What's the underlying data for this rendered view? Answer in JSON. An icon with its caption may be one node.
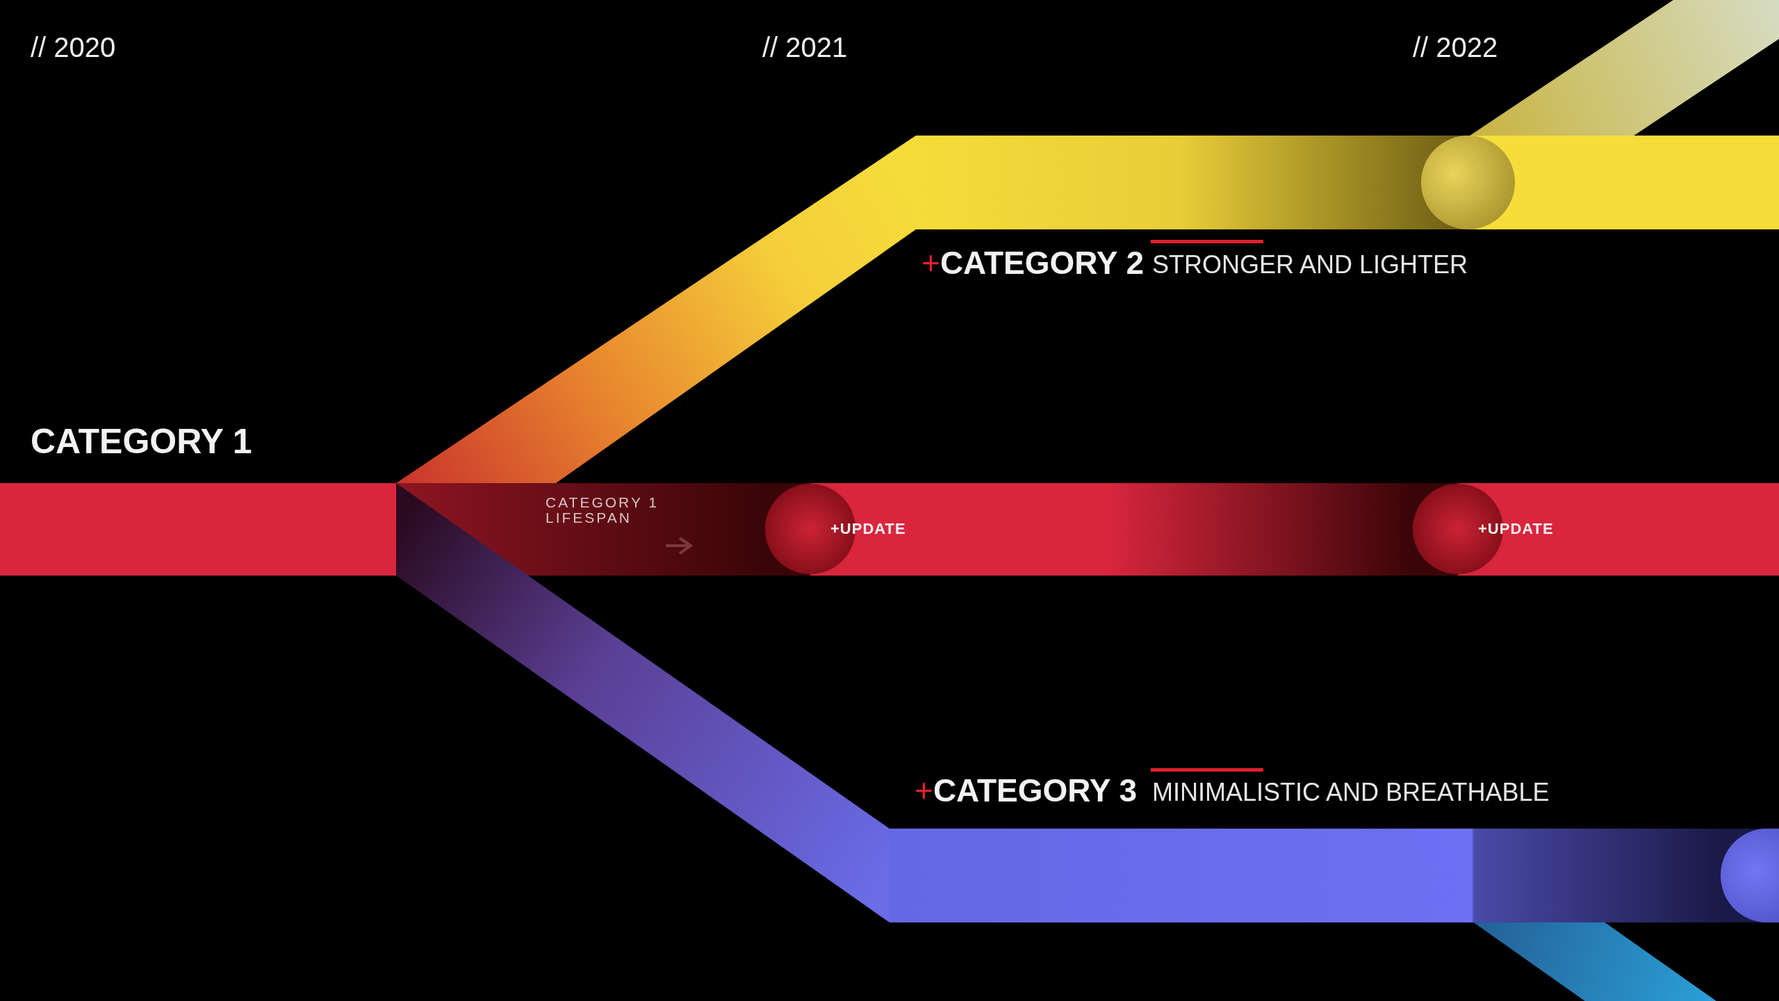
{
  "diagram": {
    "nodes": [
      {
        "text": [
          "CATEGORY 1"
        ]
      },
      {
        "text": [
          "+UPDATE"
        ]
      },
      {
        "text": [
          "+UPDATE"
        ]
      },
      {
        "text": [
          "+CATEGORY 2",
          "STRONGER AND LIGHTER"
        ]
      },
      {
        "text": [],
        "shape": "circle",
        "in": 3
      },
      {
        "text": [
          "+CATEGORY 3",
          "MINIMALISTIC AND BREATHABLE"
        ]
      },
      {
        "text": [],
        "shape": "circle",
        "in": 5
      }
    ],
    "edges": [
      {
        "from": 0,
        "to": 1,
        "arrow": "none",
        "style": "thick"
      },
      {
        "from": 1,
        "to": 2,
        "arrow": "none",
        "style": "thick"
      },
      {
        "from": 2,
        "to": null,
        "arrow": "none",
        "style": "thick"
      },
      {
        "from": 0,
        "to": 3,
        "arrow": "none",
        "style": "thick"
      },
      {
        "from": 0,
        "to": 5,
        "arrow": "none",
        "style": "thick"
      },
      {
        "from": 4,
        "to": null,
        "arrow": "none",
        "style": "thick"
      },
      {
        "from": 5,
        "to": null,
        "arrow": "none",
        "style": "thick"
      }
    ],
    "labels": [
      "// 2020",
      "// 2021",
      "// 2022",
      "CATEGORY 1 LIFESPAN"
    ]
  }
}
